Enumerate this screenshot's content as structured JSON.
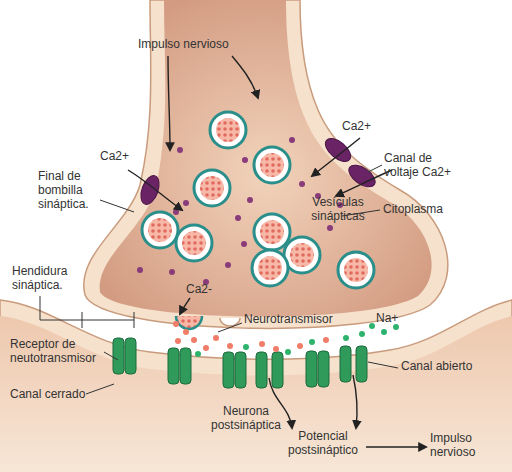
{
  "diagram": {
    "labels": [
      "Impulso nervioso",
      "Ca2+",
      "Ca2+",
      "Final de bombilla sináptica.",
      "Canal de voltaje Ca2+",
      "Citoplasma",
      "Vesículas sinápticas",
      "Hendidura sináptica.",
      "Ca2-",
      "Neurotransmisor",
      "Na+",
      "Receptor de neutotransmisor",
      "Canal abierto",
      "Canal cerrado",
      "Neurona postsináptica",
      "Potencial postsináptico",
      "Impulso nervioso"
    ]
  }
}
